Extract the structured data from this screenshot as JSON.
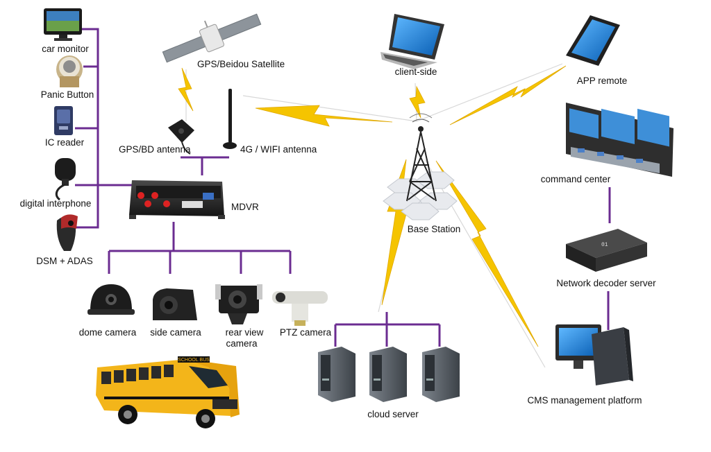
{
  "labels": {
    "car_monitor": "car monitor",
    "panic_button": "Panic Button",
    "ic_reader": "IC reader",
    "digital_interphone": "digital interphone",
    "dsm_adas": "DSM + ADAS",
    "gps_satellite": "GPS/Beidou Satellite",
    "gps_bd_antenna": "GPS/BD antenna",
    "wifi_antenna": "4G / WIFI antenna",
    "mdvr": "MDVR",
    "dome_camera": "dome camera",
    "side_camera": "side camera",
    "rear_view_camera_1": "rear view",
    "rear_view_camera_2": "camera",
    "ptz_camera": "PTZ camera",
    "client_side": "client-side",
    "app_remote": "APP remote",
    "base_station": "Base Station",
    "command_center": "command center",
    "network_decoder_server": "Network decoder server",
    "cloud_server": "cloud server",
    "cms_platform": "CMS management platform"
  },
  "bus_sign": "SCHOOL BUS",
  "colors": {
    "connector": "#6b2c91",
    "lightning": "#f5c400",
    "lightning_edge": "#e0a800"
  }
}
